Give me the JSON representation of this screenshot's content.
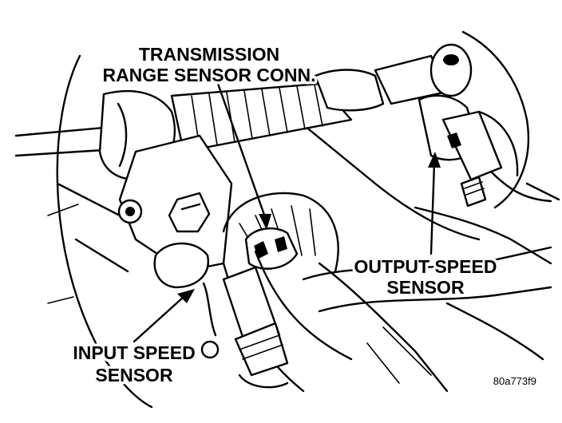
{
  "labels": {
    "range_sensor_line1": "TRANSMISSION",
    "range_sensor_line2": "RANGE SENSOR CONN.",
    "output_sensor_line1": "OUTPUT SPEED",
    "output_sensor_line2": "SENSOR",
    "input_sensor_line1": "INPUT SPEED",
    "input_sensor_line2": "SENSOR"
  },
  "figure_id": "80a773f9"
}
